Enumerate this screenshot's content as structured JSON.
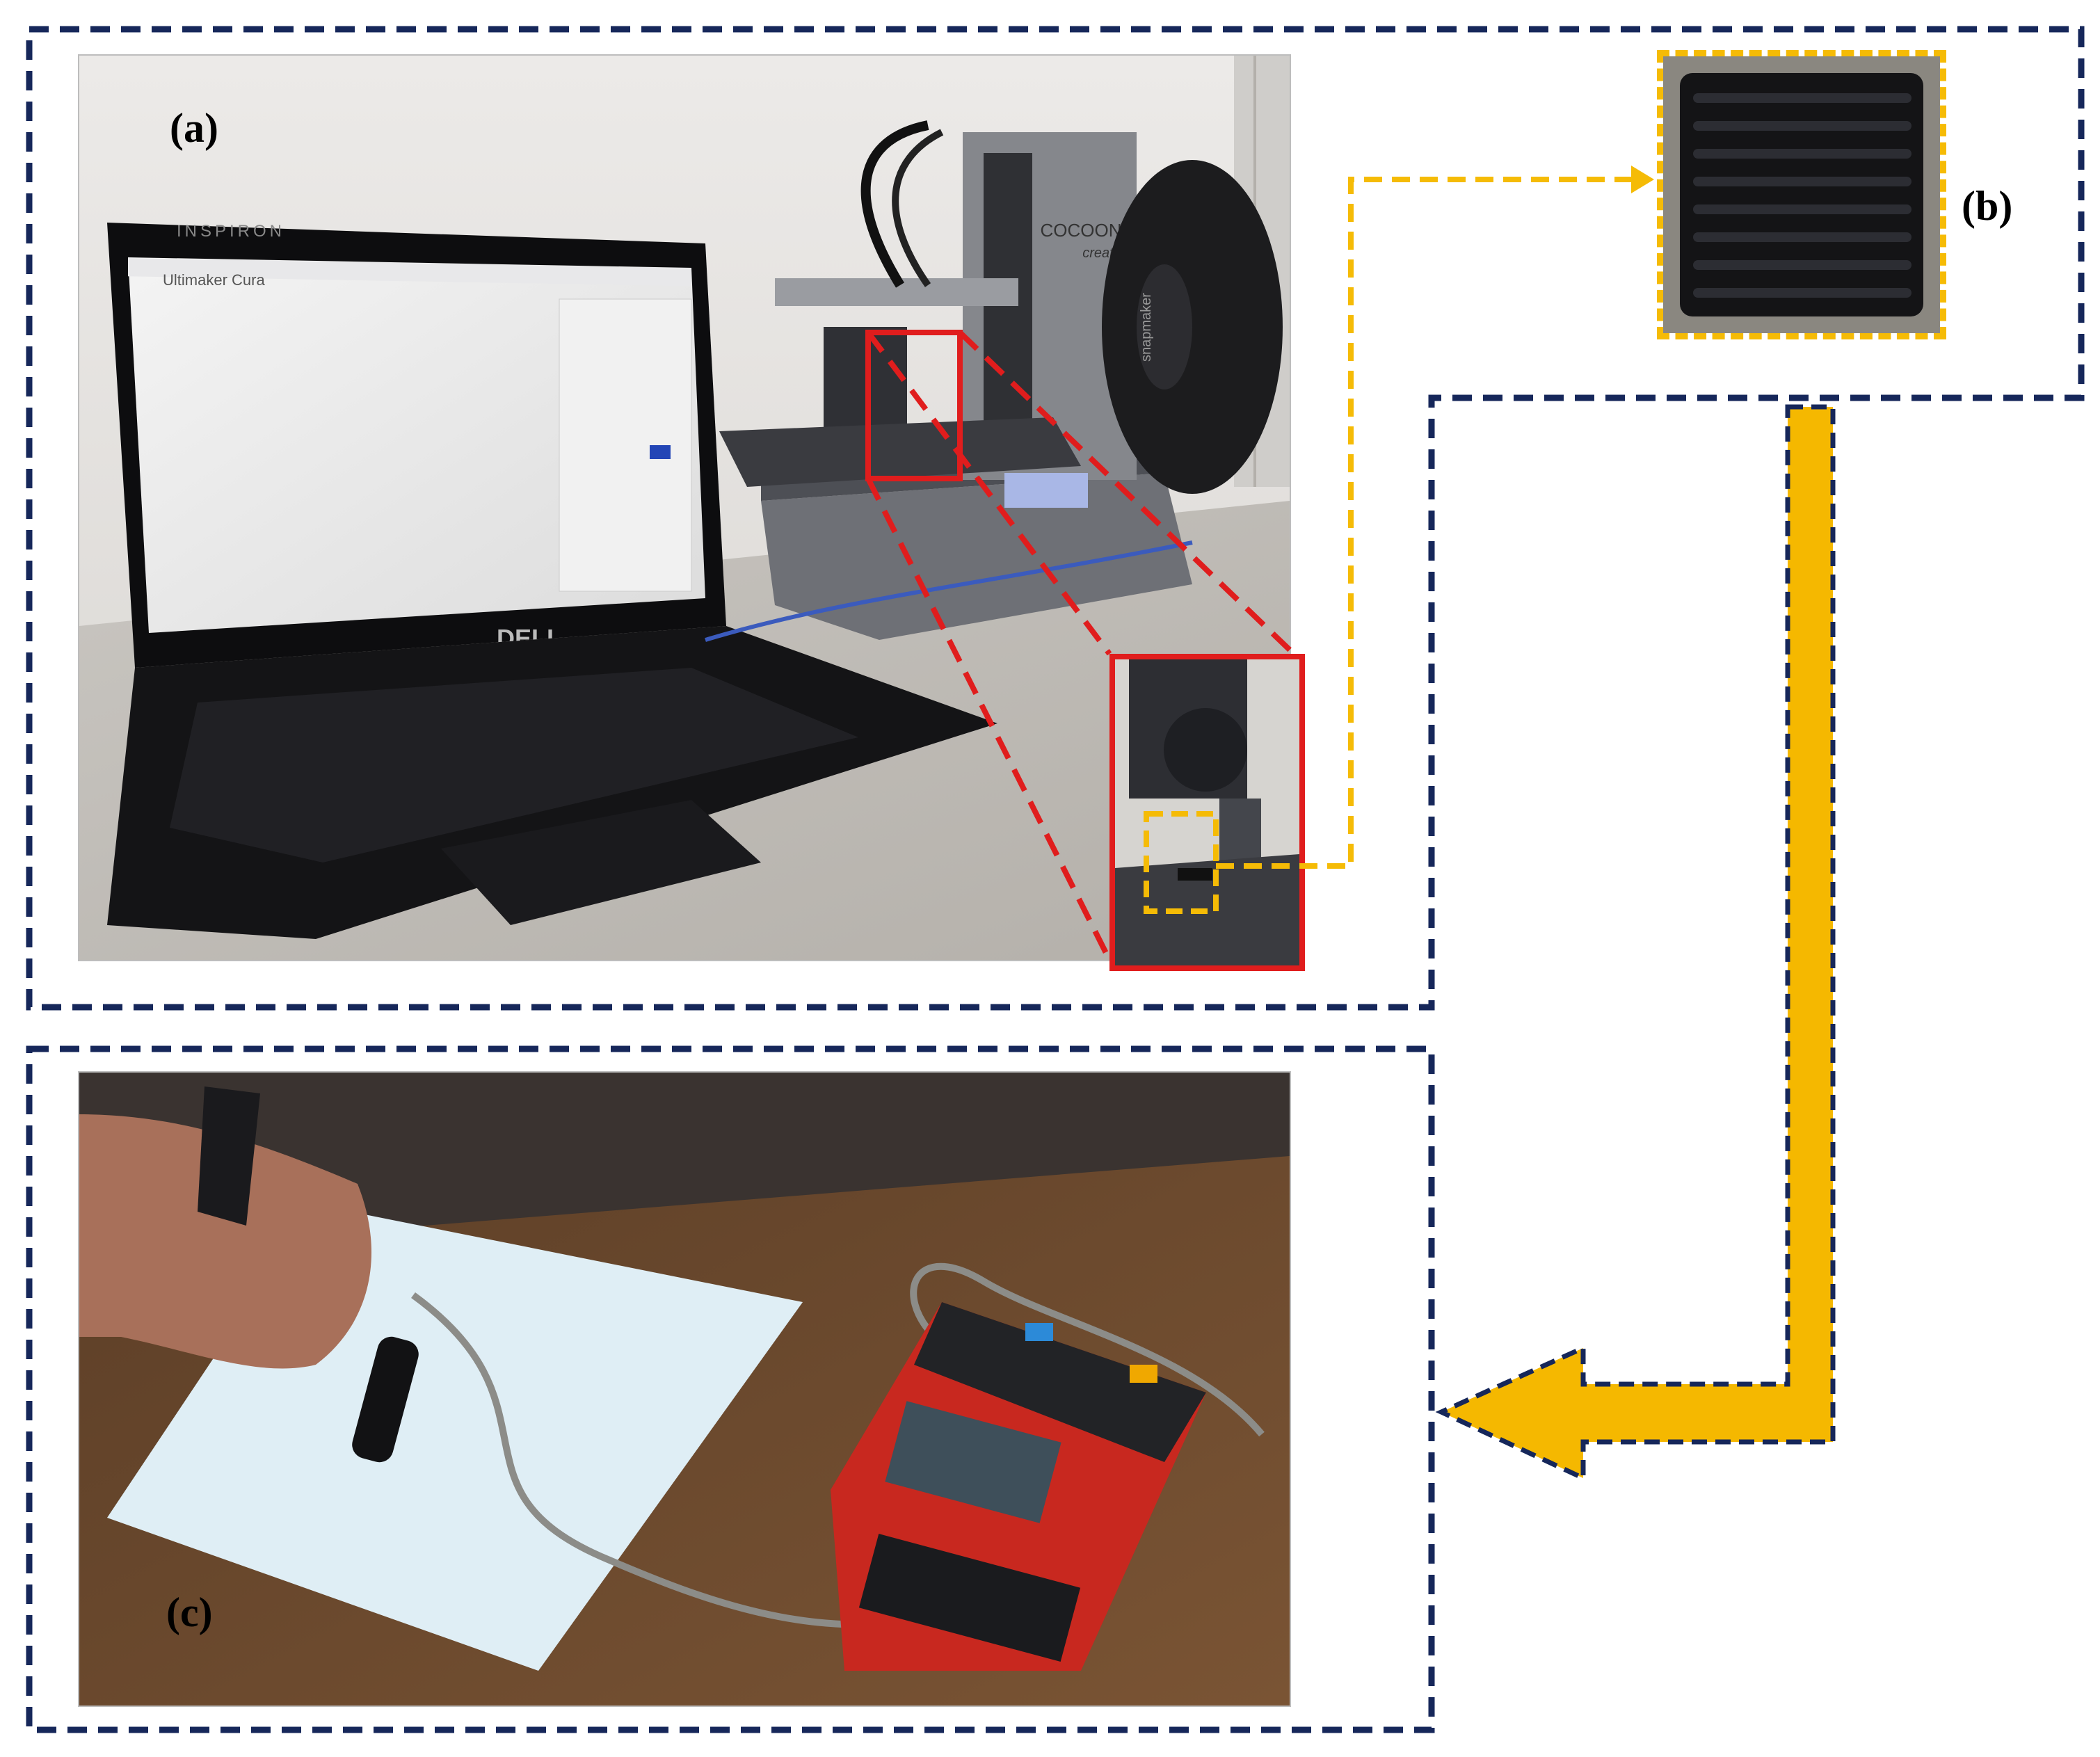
{
  "figure": {
    "panels": [
      {
        "id": "a",
        "label": "(a)"
      },
      {
        "id": "b",
        "label": "(b)"
      },
      {
        "id": "c",
        "label": "(c)"
      }
    ],
    "photo_text": {
      "laptop_brand": "DELL",
      "laptop_model": "INSPIRON",
      "software": "Ultimaker Cura",
      "printer_brand": "COCOON",
      "printer_model": "create",
      "printer_side": "snapmaker"
    }
  },
  "colors": {
    "frame_dash": "#16275a",
    "zoom_red": "#e01d1d",
    "highlight_yellow": "#f5bb06",
    "arrow_fill": "#f5b800",
    "arrow_outline": "#16275a"
  },
  "icons": [
    "zoom-inset",
    "connector-arrow",
    "flow-arrow"
  ]
}
